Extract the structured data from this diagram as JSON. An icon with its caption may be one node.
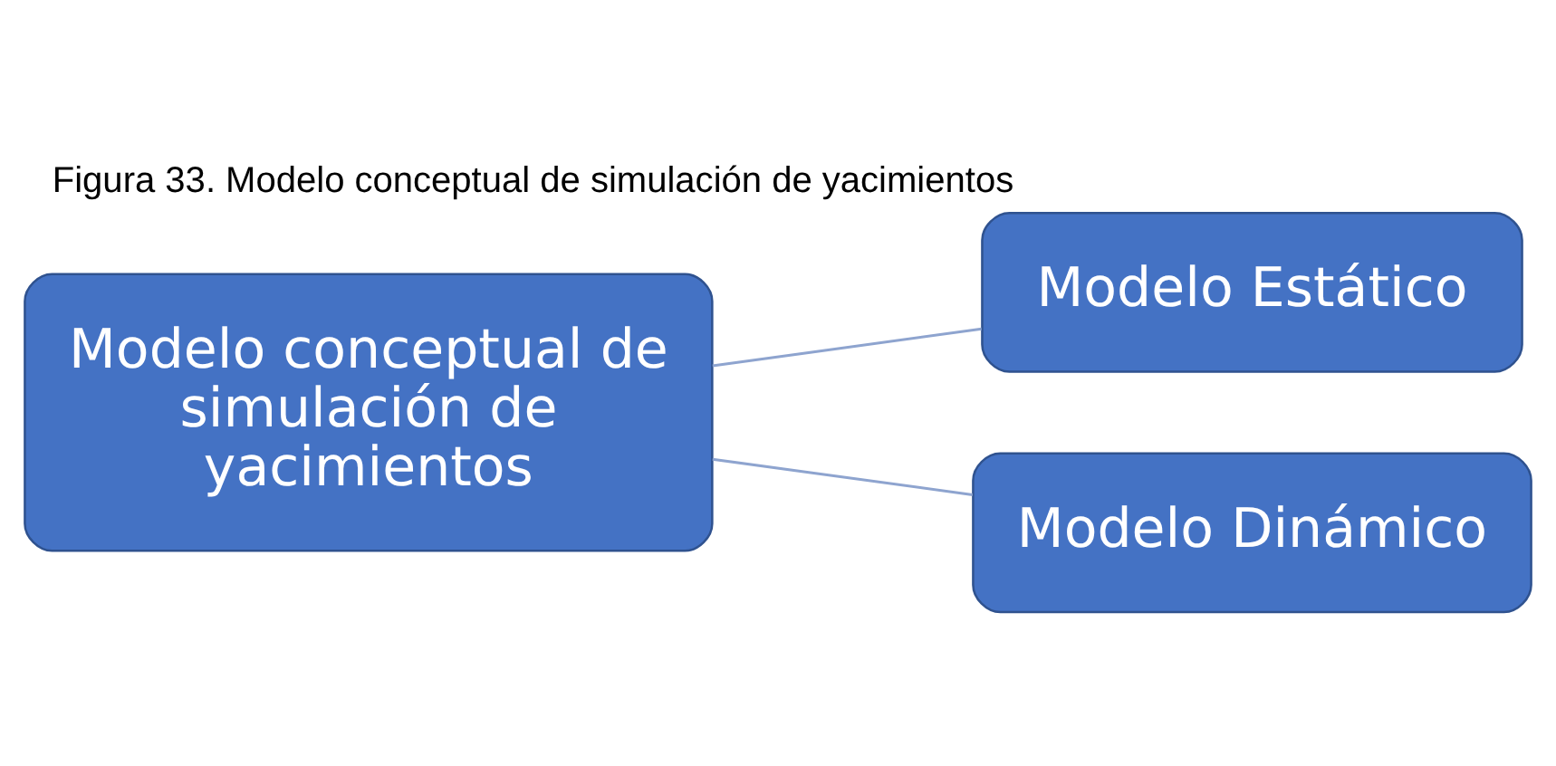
{
  "diagram": {
    "title": "Figura 33. Modelo conceptual de simulación de yacimientos",
    "nodes": [
      {
        "text": [
          "Modelo conceptual de simulación de yacimientos"
        ]
      },
      {
        "text": [
          "Modelo Estático"
        ]
      },
      {
        "text": [
          "Modelo Dinámico"
        ]
      }
    ],
    "edges": [
      {
        "from": 0,
        "to": 1,
        "arrow": "none"
      },
      {
        "from": 0,
        "to": 2,
        "arrow": "none"
      }
    ]
  }
}
